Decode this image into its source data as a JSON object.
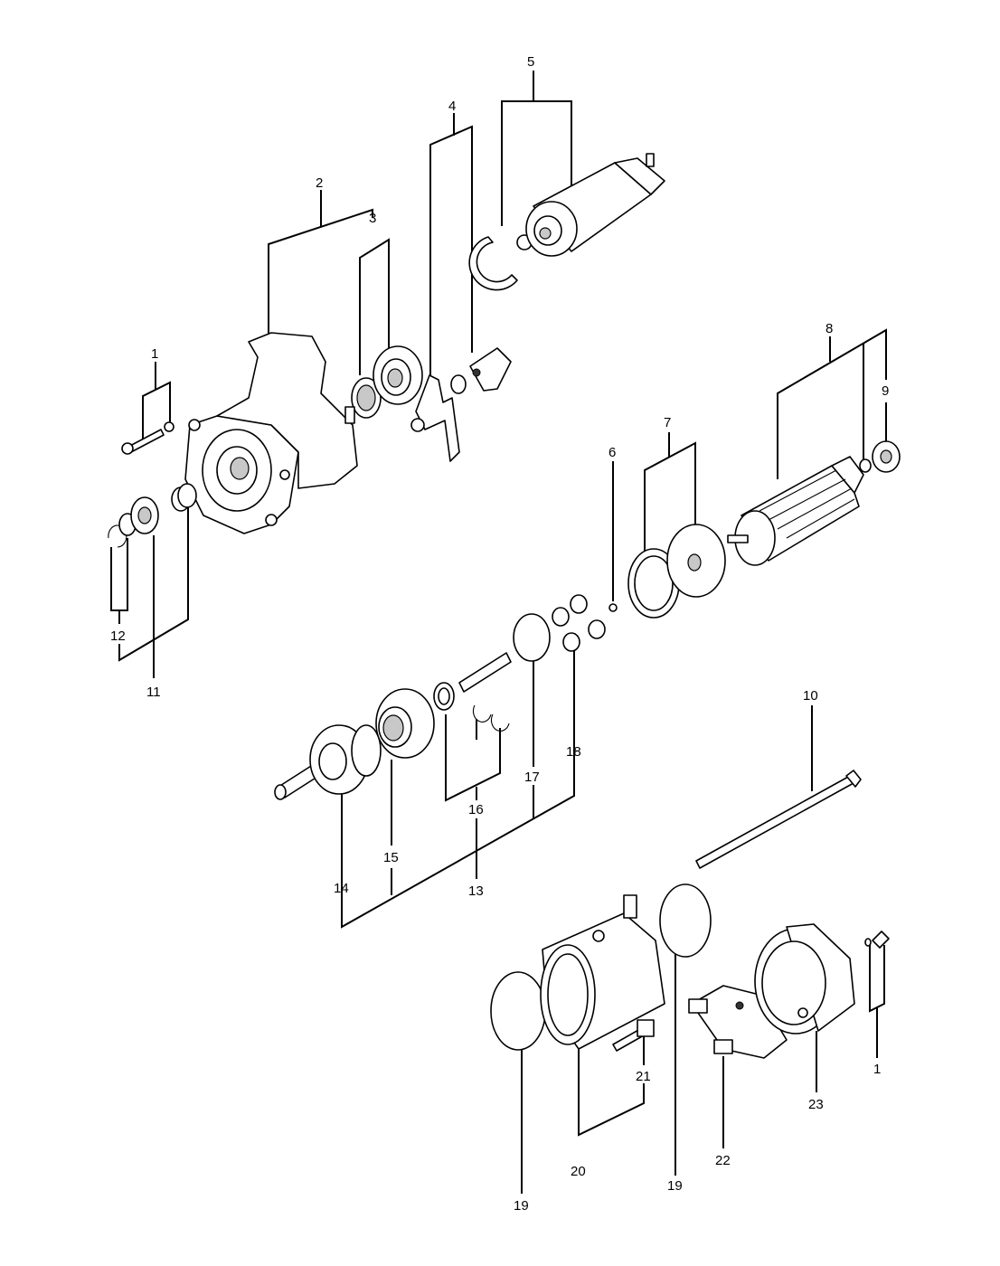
{
  "diagram": {
    "callouts": [
      {
        "id": "c1a",
        "text": "1"
      },
      {
        "id": "c1b",
        "text": "1"
      },
      {
        "id": "c2",
        "text": "2"
      },
      {
        "id": "c3",
        "text": "3"
      },
      {
        "id": "c4",
        "text": "4"
      },
      {
        "id": "c5",
        "text": "5"
      },
      {
        "id": "c6",
        "text": "6"
      },
      {
        "id": "c7",
        "text": "7"
      },
      {
        "id": "c8",
        "text": "8"
      },
      {
        "id": "c9",
        "text": "9"
      },
      {
        "id": "c10",
        "text": "10"
      },
      {
        "id": "c11",
        "text": "11"
      },
      {
        "id": "c12",
        "text": "12"
      },
      {
        "id": "c13",
        "text": "13"
      },
      {
        "id": "c14",
        "text": "14"
      },
      {
        "id": "c15",
        "text": "15"
      },
      {
        "id": "c16",
        "text": "16"
      },
      {
        "id": "c17",
        "text": "17"
      },
      {
        "id": "c18",
        "text": "18"
      },
      {
        "id": "c19a",
        "text": "19"
      },
      {
        "id": "c19b",
        "text": "19"
      },
      {
        "id": "c20",
        "text": "20"
      },
      {
        "id": "c21",
        "text": "21"
      },
      {
        "id": "c22",
        "text": "22"
      },
      {
        "id": "c23",
        "text": "23"
      }
    ]
  }
}
